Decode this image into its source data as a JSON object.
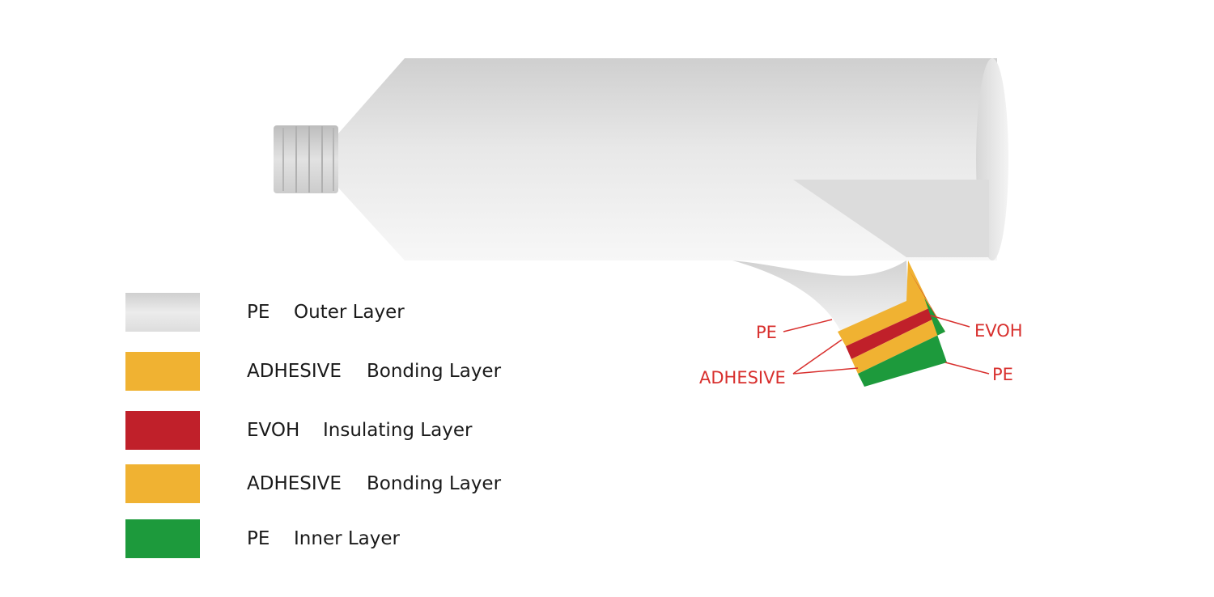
{
  "colors": {
    "pe_outer": "#e6e6e6",
    "adhesive": "#f0b232",
    "evoh": "#c0202a",
    "pe_inner": "#1d9a3c",
    "callout_text": "#d8302e",
    "tube": "#e9e9e9"
  },
  "legend": [
    {
      "material": "PE",
      "description": "Outer Layer",
      "color": "pe_outer"
    },
    {
      "material": "ADHESIVE",
      "description": "Bonding Layer",
      "color": "adhesive"
    },
    {
      "material": "EVOH",
      "description": "Insulating Layer",
      "color": "evoh"
    },
    {
      "material": "ADHESIVE",
      "description": "Bonding Layer",
      "color": "adhesive"
    },
    {
      "material": "PE",
      "description": "Inner Layer",
      "color": "pe_inner"
    }
  ],
  "callouts": {
    "pe_left": "PE",
    "adhesive_left": "ADHESIVE",
    "evoh_right": "EVOH",
    "pe_right": "PE"
  }
}
